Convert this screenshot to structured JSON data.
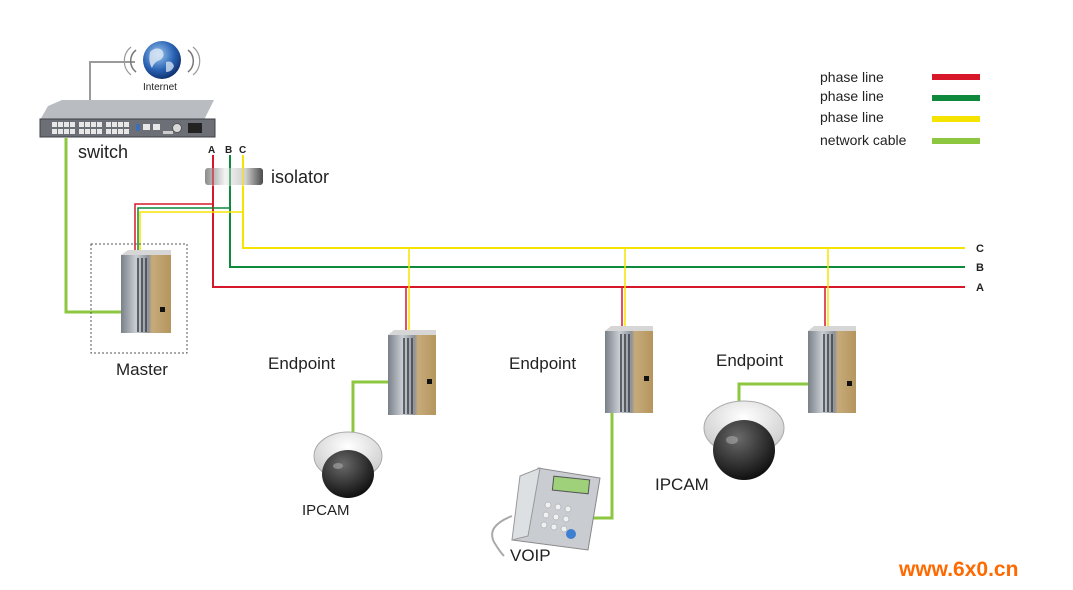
{
  "colors": {
    "phase_a": "#d7182a",
    "phase_b": "#0f8a3c",
    "phase_c": "#f5e400",
    "network": "#8dc63f",
    "uplink": "#9a9a9a",
    "watermark": "#ff6a00"
  },
  "legend": [
    {
      "label": "phase line",
      "color_key": "phase_a"
    },
    {
      "label": "phase line",
      "color_key": "phase_b"
    },
    {
      "label": "phase line",
      "color_key": "phase_c"
    },
    {
      "label": "network cable",
      "color_key": "network"
    }
  ],
  "internet": {
    "label": "Internet",
    "icon": "globe-icon"
  },
  "switch": {
    "label": "switch",
    "icon": "network-switch-icon"
  },
  "isolator": {
    "label": "isolator"
  },
  "phase_tags": {
    "a": "A",
    "b": "B",
    "c": "C"
  },
  "bus_tags": {
    "c": "C",
    "b": "B",
    "a": "A"
  },
  "master": {
    "label": "Master",
    "icon": "plc-adapter-icon"
  },
  "endpoints": [
    {
      "label": "Endpoint",
      "device_label": "IPCAM",
      "device_icon": "dome-camera-icon"
    },
    {
      "label": "Endpoint",
      "device_label": "VOIP",
      "device_icon": "ip-phone-icon"
    },
    {
      "label": "Endpoint",
      "device_label": "IPCAM",
      "device_icon": "dome-camera-icon"
    }
  ],
  "watermark": "www.6x0.cn"
}
